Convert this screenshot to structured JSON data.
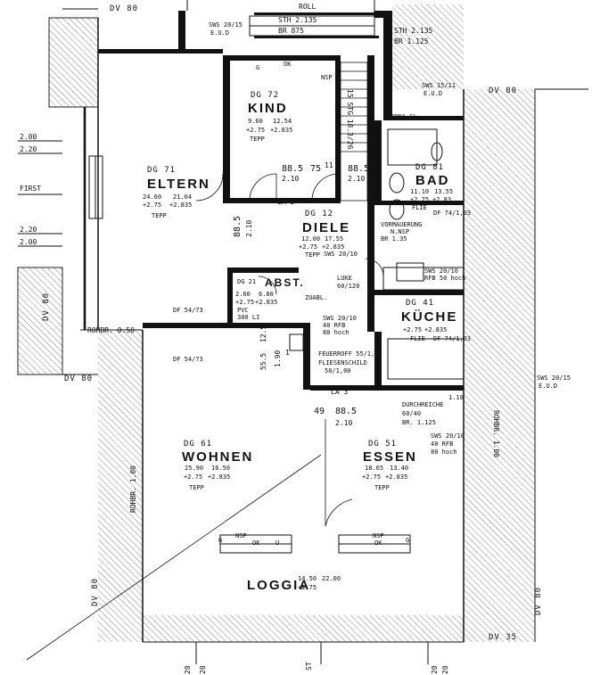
{
  "rooms": [
    {
      "code": "DG 72",
      "name": "KIND",
      "area": "9.60",
      "perimeter": "12.54",
      "h1": "+2.75",
      "h2": "+2.835",
      "floor": "TEPP"
    },
    {
      "code": "DG 71",
      "name": "ELTERN",
      "area": "24.60",
      "perimeter": "21.04",
      "h1": "+2.75",
      "h2": "+2.835",
      "floor": "TEPP"
    },
    {
      "code": "DG 12",
      "name": "DIELE",
      "area": "12.00",
      "perimeter": "17.55",
      "h1": "+2.75",
      "h2": "+2.835",
      "floor": "TEPP"
    },
    {
      "code": "DG 81",
      "name": "BAD",
      "area": "11.10",
      "perimeter": "13.55",
      "h1": "+2.75",
      "h2": "+2.83",
      "floor": "FLIE"
    },
    {
      "code": "DG 21",
      "name": "ABST.",
      "area": "2.60",
      "perimeter": "6.80",
      "h1": "+2.75",
      "h2": "+2.835",
      "floor": "PVC"
    },
    {
      "code": "DG 41",
      "name": "KÜCHE",
      "area": "",
      "perimeter": "",
      "h1": "+2.75",
      "h2": "+2.835",
      "floor": "FLIE"
    },
    {
      "code": "DG 61",
      "name": "WOHNEN",
      "area": "25.90",
      "perimeter": "16.50",
      "h1": "+2.75",
      "h2": "+2.835",
      "floor": "TEPP"
    },
    {
      "code": "DG 51",
      "name": "ESSEN",
      "area": "18.65",
      "perimeter": "13.40",
      "h1": "+2.75",
      "h2": "+2.835",
      "floor": "TEPP"
    }
  ],
  "loggia": {
    "name": "LOGGIA",
    "area": "14.50",
    "perimeter": "22.00",
    "h1": "+2.75"
  },
  "labels": {
    "dv80_top": "DV 80",
    "roll": "ROLL",
    "sth_1": "STH 2.135",
    "br_1": "BR 875",
    "sth_2": "STH 2.135",
    "br_2": "BR 1.125",
    "sws_eud_1": "SWS 20/15",
    "eud_1": "E.U.D",
    "sws_eud_2": "SWS 15/11",
    "eud_2": "E.U.D",
    "dv80_right": "DV 80",
    "stg": "15 STG 18.3/26",
    "orna": "ORNA GL",
    "nsp": "NSP",
    "first": "FIRST",
    "lvl_200_a": "2.00",
    "lvl_220_a": "2.20",
    "lvl_220_b": "2.20",
    "lvl_200_b": "2.00",
    "dv80_left": "DV 80",
    "rohbr_050": "ROHBR. 0.50",
    "dv80_left2": "DV 80",
    "df_5473_a": "DF 54/73",
    "df_5473_b": "DF 54/73",
    "df_741_a": "DF 74/1,03",
    "df_741_b": "DF 74/1,03",
    "la3_a": "LA 3",
    "la3_b": "LA 3",
    "d_885_a": "88.5",
    "d_210_a": "2.10",
    "d_75": "75",
    "d_11": "11",
    "d_885_b": "88.5",
    "d_210_b": "2.10",
    "d_885_c": "88.5",
    "d_210_c": "2.10",
    "vormauerung": "VORMAUERUNG",
    "n_nsp": "N.NSP",
    "br_135": "BR 1.35",
    "sws_2010_a": "SWS 20/10",
    "luke": "LUKE",
    "luke_dim": "60/120",
    "zuabl": "ZUABL.",
    "pvc_300": "300 LI",
    "sws_2010_b": "SWS 20/10",
    "rfb_80_a": "40 RFB",
    "rfb_80_a2": "80 hoch",
    "sws_2010_c": "SWS 20/10",
    "rfb_50": "RFB 50 hoch",
    "feuerroff": "FEUERROFF 55/1,50",
    "fliesenschild": "FLIESENSCHILD",
    "fliesen_dim": "50/1,00",
    "d_49": "49",
    "d_885_d": "88.5",
    "d_210_d": "2.10",
    "d_555": "55.5",
    "d_190": "1.90",
    "d_125": "12.5",
    "d_1": "1",
    "durchreiche": "DURCHREICHE",
    "durch_dim": "60/40",
    "durch_br": "BR. 1.125",
    "d_110": "1.10",
    "sws_2015_c": "SWS 20/15",
    "eud_3": "E.U.D",
    "sws_2010_d": "SWS 20/10",
    "rfb_80_b": "40 RFB",
    "rfb_80_b2": "80 hoch",
    "rohbr_100_l": "ROHBR. 1.00",
    "rohbr_100_r": "ROHBR. 1.00",
    "dv80_bl": "DV 80",
    "dv80_br": "DV 80",
    "dv35": "DV 35",
    "st": "ST",
    "axis_20_a": "20",
    "axis_20_b": "20",
    "axis_20_c": "20",
    "axis_20_d": "20",
    "g": "G",
    "ok": "OK",
    "u_mark": "U"
  }
}
